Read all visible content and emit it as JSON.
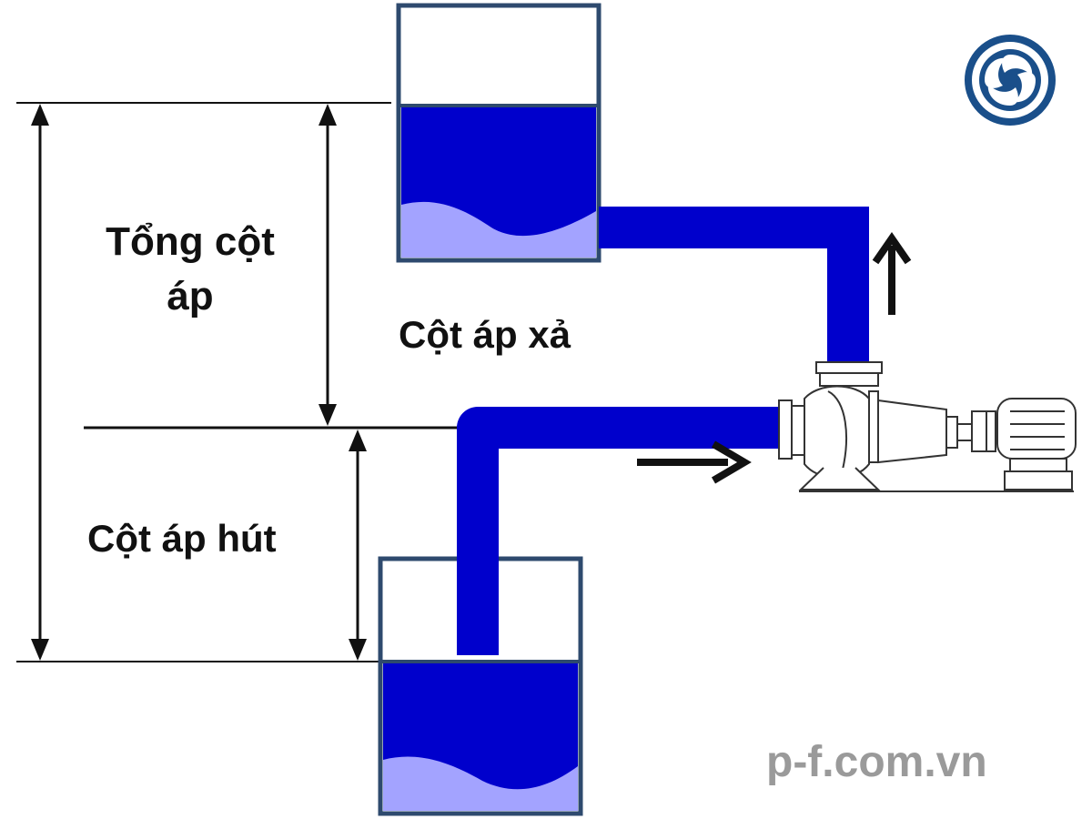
{
  "labels": {
    "total_head_line1": "Tổng cột",
    "total_head_line2": "áp",
    "discharge_head": "Cột áp xả",
    "suction_head": "Cột áp hút"
  },
  "watermark": "p-f.com.vn",
  "colors": {
    "pipe": "#0000cc",
    "water": "#0000cc",
    "wave": "#a3a3ff",
    "tank_border": "#2e4a6e",
    "logo": "#1a4f8a"
  },
  "icons": {
    "logo": "swirl-logo-icon",
    "flow_arrow_right": "arrow-right-icon",
    "flow_arrow_up": "arrow-up-icon"
  }
}
